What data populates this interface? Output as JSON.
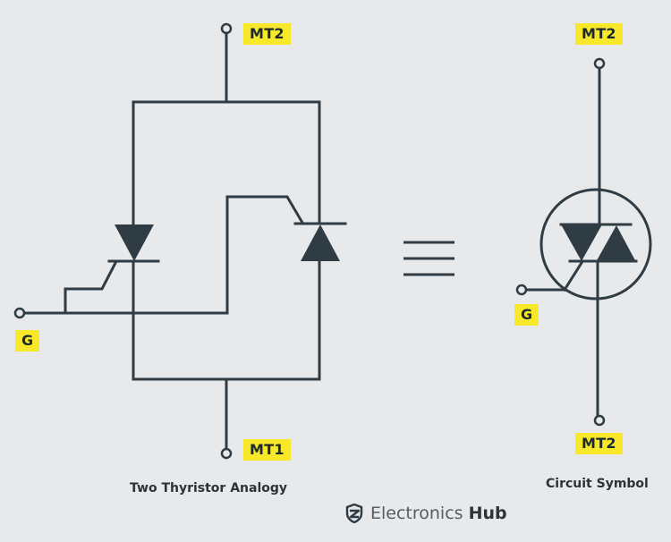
{
  "diagram": {
    "left": {
      "caption": "Two Thyristor Analogy",
      "labels": {
        "top_terminal": "MT2",
        "bottom_terminal": "MT1",
        "gate": "G"
      }
    },
    "equivalence_symbol": "≡",
    "right": {
      "caption": "Circuit Symbol",
      "labels": {
        "top_terminal": "MT2",
        "bottom_terminal": "MT2",
        "gate": "G"
      }
    },
    "colors": {
      "background": "#e8e9ea",
      "wire": "#2f3c44",
      "label_highlight": "#f7e82a"
    }
  },
  "brand": {
    "icon": "shield-logo-icon",
    "name_light": "Electronics",
    "name_bold": "Hub"
  }
}
